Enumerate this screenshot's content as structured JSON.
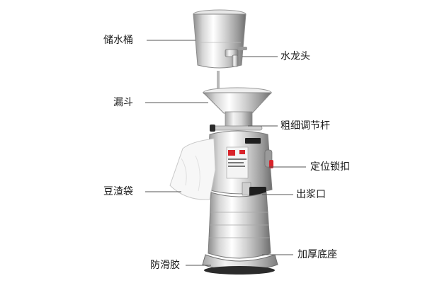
{
  "labels": {
    "storage_tank": "储水桶",
    "faucet": "水龙头",
    "funnel": "漏斗",
    "coarse_fine_lever": "粗细调节杆",
    "positioning_lock": "定位锁扣",
    "okara_bag": "豆渣袋",
    "milk_outlet": "出浆口",
    "anti_slip_rubber": "防滑胶",
    "bottom_right_label": "加厚底座"
  },
  "colors": {
    "leader_line": "#555555",
    "steel_light": "#f2f2f2",
    "steel_mid": "#c8c8c8",
    "steel_dark": "#8a8a8a",
    "accent_red": "#d8232a",
    "bag": "#f6f6f6",
    "black": "#1e1e1e"
  }
}
